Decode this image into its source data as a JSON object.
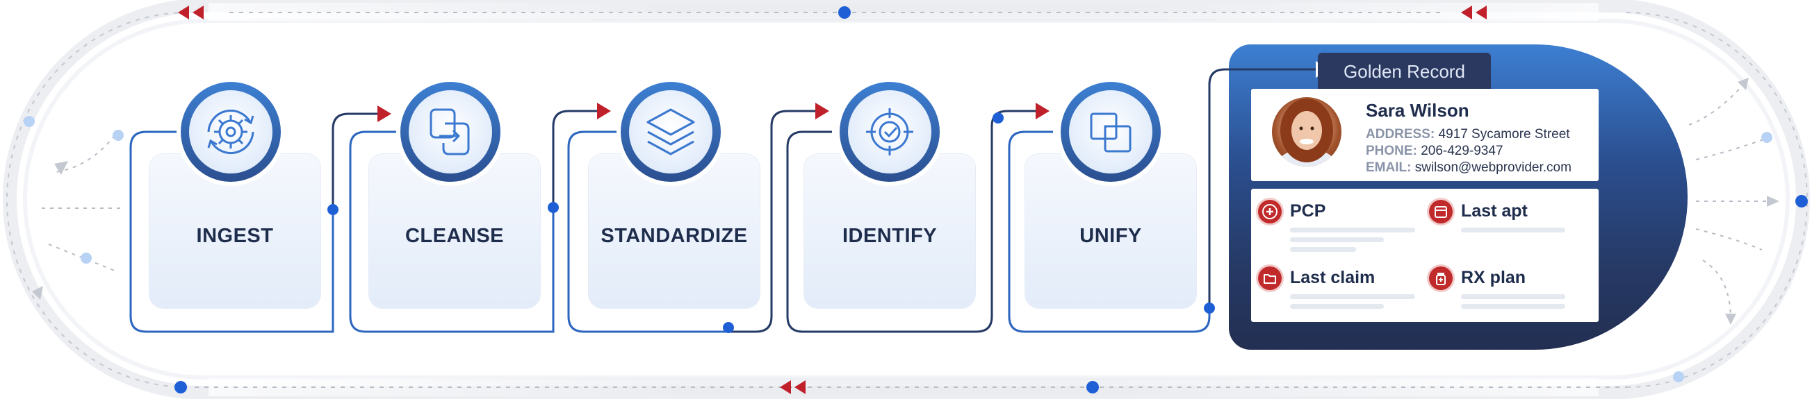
{
  "pipeline": {
    "steps": [
      {
        "label": "INGEST",
        "icon": "gear-cycle-icon"
      },
      {
        "label": "CLEANSE",
        "icon": "document-transfer-icon"
      },
      {
        "label": "STANDARDIZE",
        "icon": "layers-icon"
      },
      {
        "label": "IDENTIFY",
        "icon": "target-check-icon"
      },
      {
        "label": "UNIFY",
        "icon": "merge-squares-icon"
      }
    ]
  },
  "golden_record": {
    "title": "Golden Record",
    "person": {
      "name": "Sara Wilson",
      "address_label": "ADDRESS:",
      "address": "4917 Sycamore Street",
      "phone_label": "PHONE:",
      "phone": "206-429-9347",
      "email_label": "EMAIL:",
      "email": "swilson@webprovider.com"
    },
    "details": [
      {
        "label": "PCP",
        "icon": "medical-cross-icon"
      },
      {
        "label": "Last apt",
        "icon": "calendar-icon"
      },
      {
        "label": "Last claim",
        "icon": "folder-icon"
      },
      {
        "label": "RX plan",
        "icon": "pill-bottle-icon"
      }
    ]
  },
  "colors": {
    "navy": "#1f2d4d",
    "accent_blue": "#2f6fd6",
    "connector_dark": "#263a66",
    "arrow_red": "#c0202a",
    "badge_red": "#c02a2a"
  }
}
